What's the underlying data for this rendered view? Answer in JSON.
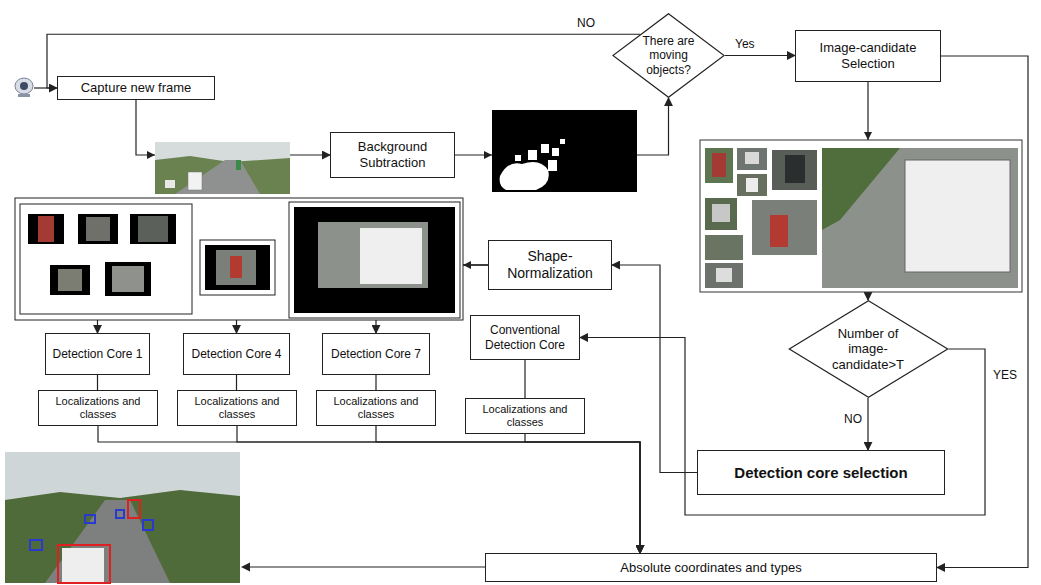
{
  "diagram": {
    "nodes": [
      {
        "text": [
          "Capture new frame"
        ]
      },
      {
        "text": [
          "Background Subtraction"
        ]
      },
      {
        "text": [
          "There are moving objects?"
        ]
      },
      {
        "text": [
          "Image-candidate Selection"
        ]
      },
      {
        "text": [
          "Shape-Normalization"
        ]
      },
      {
        "text": [
          "Detection Core 1"
        ]
      },
      {
        "text": [
          "Detection Core 4"
        ]
      },
      {
        "text": [
          "Detection Core 7"
        ]
      },
      {
        "text": [
          "Conventional Detection Core"
        ]
      },
      {
        "text": [
          "Number of image-candidate>T"
        ]
      },
      {
        "text": [
          "Localizations and classes"
        ]
      },
      {
        "text": [
          "Localizations and classes"
        ]
      },
      {
        "text": [
          "Localizations and classes"
        ]
      },
      {
        "text": [
          "Localizations and classes"
        ]
      },
      {
        "text": [
          "Detection core selection"
        ]
      },
      {
        "text": [
          "Absolute coordinates and types"
        ]
      }
    ],
    "edges": [
      {
        "from": 2,
        "to": 0,
        "arrow": "to",
        "label": "NO"
      },
      {
        "from": 0,
        "to": 1,
        "arrow": "to"
      },
      {
        "from": 1,
        "to": 2,
        "arrow": "to"
      },
      {
        "from": 2,
        "to": 3,
        "arrow": "to",
        "label": "Yes"
      },
      {
        "from": 3,
        "to": 9,
        "arrow": "to"
      },
      {
        "from": 3,
        "to": 15,
        "arrow": "to"
      },
      {
        "from": 9,
        "to": 14,
        "arrow": "to",
        "label": "NO"
      },
      {
        "from": 9,
        "to": 8,
        "arrow": "to",
        "label": "YES"
      },
      {
        "from": 14,
        "to": 4,
        "arrow": "to"
      },
      {
        "from": 4,
        "to": 5,
        "arrow": "to"
      },
      {
        "from": 4,
        "to": 6,
        "arrow": "to"
      },
      {
        "from": 4,
        "to": 7,
        "arrow": "to"
      },
      {
        "from": 5,
        "to": 10,
        "arrow": "none"
      },
      {
        "from": 6,
        "to": 11,
        "arrow": "none"
      },
      {
        "from": 7,
        "to": 12,
        "arrow": "none"
      },
      {
        "from": 8,
        "to": 13,
        "arrow": "none"
      },
      {
        "from": 10,
        "to": 15,
        "arrow": "to"
      },
      {
        "from": 11,
        "to": 15,
        "arrow": "to"
      },
      {
        "from": 12,
        "to": 15,
        "arrow": "to"
      },
      {
        "from": 13,
        "to": 15,
        "arrow": "to"
      }
    ]
  }
}
